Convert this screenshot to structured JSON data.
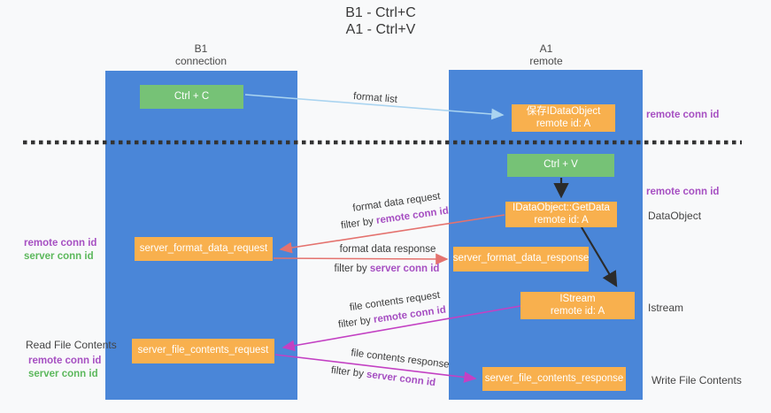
{
  "colors": {
    "column_blue": "#4a86d8",
    "box_green": "#76c276",
    "box_orange": "#f8b04e",
    "arrow_blue": "#aad4f0",
    "arrow_red": "#e4726e",
    "arrow_magenta": "#c341c3",
    "arrow_black": "#2b2b2b",
    "text_purple": "#a64fc2",
    "text_green": "#5cb85c",
    "background": "#f8f9fa"
  },
  "title": {
    "line1": "B1 - Ctrl+C",
    "line2": "A1 - Ctrl+V"
  },
  "columns": {
    "left": {
      "name": "B1",
      "role": "connection"
    },
    "right": {
      "name": "A1",
      "role": "remote"
    }
  },
  "nodes": {
    "ctrl_c": {
      "label": "Ctrl + C"
    },
    "ctrl_v": {
      "label": "Ctrl + V"
    },
    "save_dataobject": {
      "line1": "保存IDataObject",
      "line2": "remote id: A"
    },
    "getdata": {
      "line1": "IDataObject::GetData",
      "line2": "remote id: A"
    },
    "istream": {
      "line1": "IStream",
      "line2": "remote id: A"
    },
    "format_request": {
      "label": "server_format_data_request"
    },
    "format_response": {
      "label": "server_format_data_response"
    },
    "file_request": {
      "label": "server_file_contents_request"
    },
    "file_response": {
      "label": "server_file_contents_response"
    }
  },
  "flow_labels": {
    "format_list": "format list",
    "format_data_request": "format data request",
    "format_data_response": "format data response",
    "file_contents_request": "file contents request",
    "file_contents_response": "file contents response",
    "filter_by": "filter by ",
    "remote_conn_id": "remote conn id",
    "server_conn_id": "server conn id"
  },
  "side_labels": {
    "remote_conn_id_top": "remote conn id",
    "remote_conn_id_mid": "remote conn id",
    "dataobject": "DataObject",
    "istream": "Istream",
    "read_file_contents": "Read File Contents",
    "write_file_contents": "Write File Contents",
    "remote_conn_id": "remote conn id",
    "server_conn_id": "server conn id"
  }
}
